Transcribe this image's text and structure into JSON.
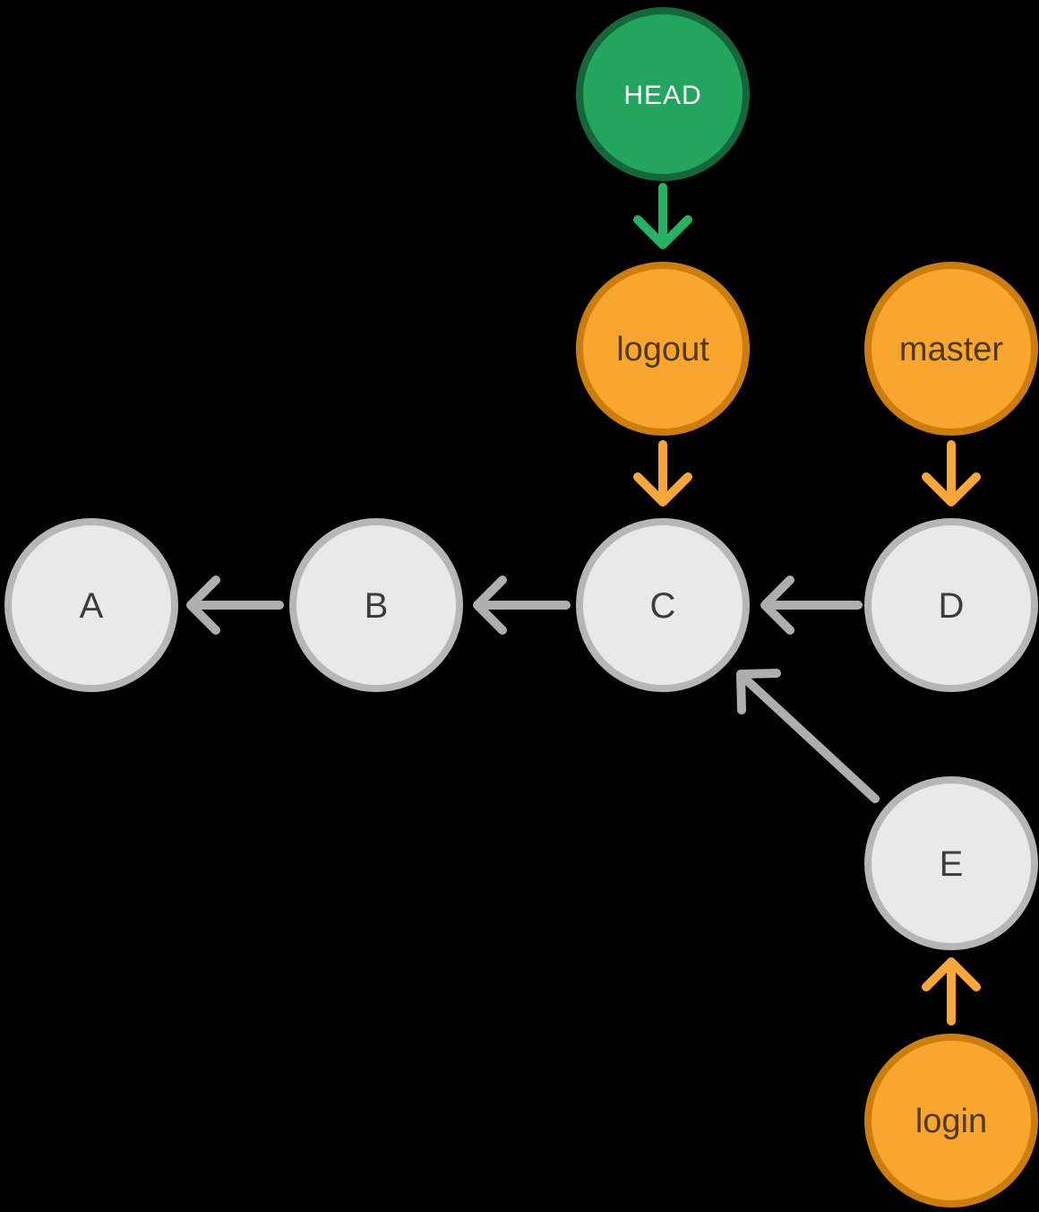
{
  "diagram": {
    "kind": "git-commit-graph",
    "background": "#000000",
    "colors": {
      "head_fill": "#22a55c",
      "head_border": "#15673a",
      "head_text": "#ffffff",
      "head_arrow": "#28b164",
      "branch_fill": "#f9a62f",
      "branch_border": "#cb7e0d",
      "branch_text": "#4e390d",
      "branch_arrow": "#f9a63a",
      "commit_fill": "#e9e9e9",
      "commit_border": "#b6b6b6",
      "commit_text": "#3c3c3c",
      "commit_arrow": "#aeaeae"
    },
    "nodes": {
      "head": {
        "label": "HEAD",
        "type": "head-pointer"
      },
      "logout": {
        "label": "logout",
        "type": "branch"
      },
      "master": {
        "label": "master",
        "type": "branch"
      },
      "login": {
        "label": "login",
        "type": "branch"
      },
      "a": {
        "label": "A",
        "type": "commit"
      },
      "b": {
        "label": "B",
        "type": "commit"
      },
      "c": {
        "label": "C",
        "type": "commit"
      },
      "d": {
        "label": "D",
        "type": "commit"
      },
      "e": {
        "label": "E",
        "type": "commit"
      }
    },
    "edges": [
      {
        "from": "HEAD",
        "to": "logout",
        "color_role": "head_arrow"
      },
      {
        "from": "logout",
        "to": "C",
        "color_role": "branch_arrow"
      },
      {
        "from": "master",
        "to": "D",
        "color_role": "branch_arrow"
      },
      {
        "from": "B",
        "to": "A",
        "color_role": "commit_arrow"
      },
      {
        "from": "C",
        "to": "B",
        "color_role": "commit_arrow"
      },
      {
        "from": "D",
        "to": "C",
        "color_role": "commit_arrow"
      },
      {
        "from": "E",
        "to": "C",
        "color_role": "commit_arrow"
      },
      {
        "from": "login",
        "to": "E",
        "color_role": "branch_arrow"
      }
    ]
  }
}
